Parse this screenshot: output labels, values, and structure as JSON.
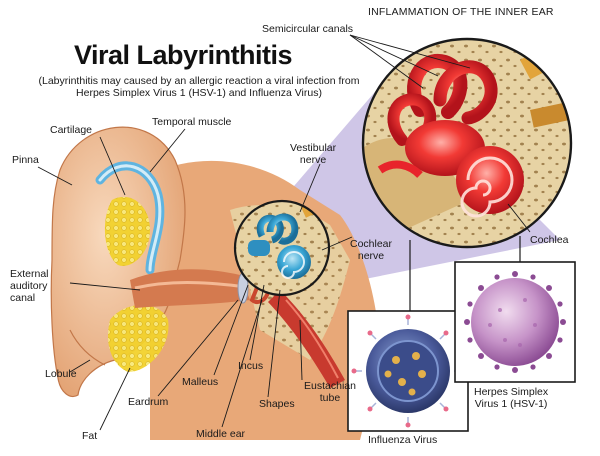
{
  "header": {
    "title": "Viral Labyrinthitis",
    "subtitle": "(Labyrinthitis may caused by an allergic reaction a viral infection from Herpes Simplex Virus 1 (HSV-1) and Influenza Virus)",
    "inset_title": "INFLAMMATION OF THE INNER EAR"
  },
  "labels": {
    "semicircular_canals": "Semicircular canals",
    "cartilage": "Cartilage",
    "temporal_muscle": "Temporal muscle",
    "pinna": "Pinna",
    "vestibular_nerve": "Vestibular\nnerve",
    "cochlear_nerve": "Cochlear\nnerve",
    "cochlea": "Cochlea",
    "external_auditory_canal": "External\nauditory\ncanal",
    "lobule": "Lobule",
    "fat": "Fat",
    "eardrum": "Eardrum",
    "malleus": "Malleus",
    "middle_ear": "Middle ear",
    "incus": "Incus",
    "shapes": "Shapes",
    "eustachian_tube": "Eustachian\ntube",
    "influenza_virus": "Influenza Virus",
    "herpes_simplex": "Herpes Simplex\nVirus 1 (HSV-1)"
  },
  "colors": {
    "skin": "#f2c49e",
    "skin_dark": "#d98a5f",
    "bone": "#e7d3a4",
    "inflamed": "#e8242b",
    "healthy_inner_ear": "#3aa7d6",
    "fat": "#f2d22c",
    "lavender": "#b9abd9",
    "hsv": "#b27bb7",
    "influenza": "#4a5a9a"
  }
}
